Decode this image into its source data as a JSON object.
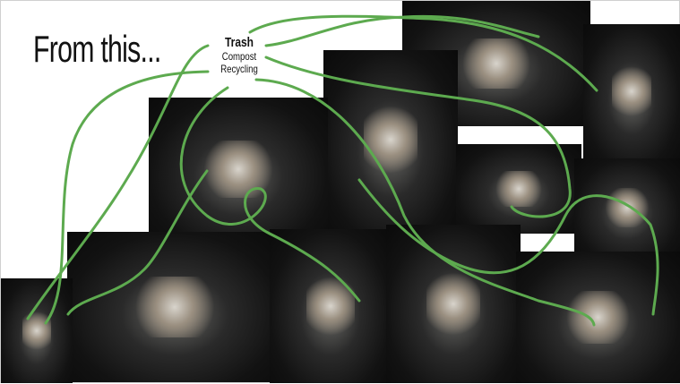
{
  "slide": {
    "title": "From this...",
    "labels": [
      "Trash",
      "Compost",
      "Recycling"
    ],
    "accent_color": "#5daa4f"
  }
}
